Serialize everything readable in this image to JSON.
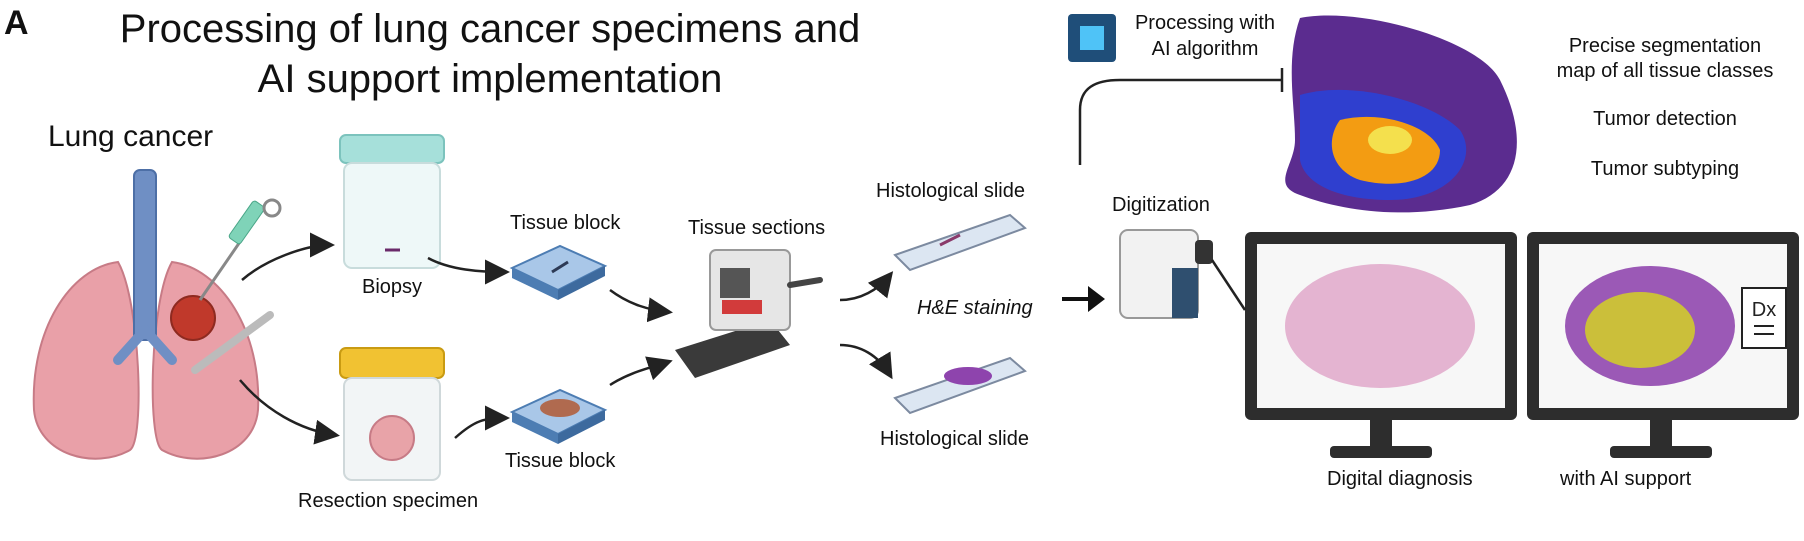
{
  "panel_label": "A",
  "title_line1": "Processing of lung cancer specimens and",
  "title_line2": "AI support implementation",
  "lung_cancer": "Lung cancer",
  "biopsy": "Biopsy",
  "resection_specimen": "Resection specimen",
  "tissue_block_top": "Tissue block",
  "tissue_block_bottom": "Tissue block",
  "tissue_sections": "Tissue sections",
  "histological_slide_top": "Histological slide",
  "histological_slide_bottom": "Histological slide",
  "he_staining": "H&E staining",
  "digitization": "Digitization",
  "processing_line1": "Processing with",
  "processing_line2": "AI algorithm",
  "precise_line1": "Precise segmentation",
  "precise_line2": "map of all tissue classes",
  "tumor_detection": "Tumor detection",
  "tumor_subtyping": "Tumor subtyping",
  "digital_diagnosis": "Digital diagnosis",
  "with_ai_support": "with AI support",
  "dx_label": "Dx"
}
